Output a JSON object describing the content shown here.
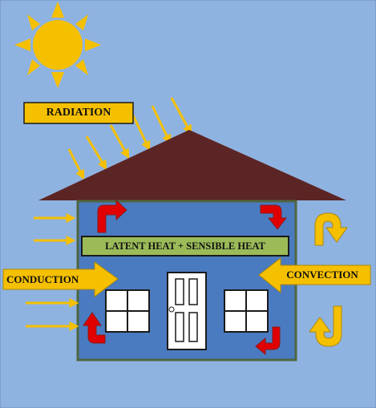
{
  "labels": {
    "radiation": "RADIATION",
    "latent": "LATENT HEAT + SENSIBLE HEAT",
    "conduction": "CONDUCTION",
    "convection": "CONVECTION"
  },
  "colors": {
    "sky": "#8fb3e0",
    "sun": "#f5c000",
    "roof": "#5c2525",
    "wall": "#4a7bc0",
    "wall_border": "#4f6640",
    "label_box": "#f5c000",
    "latent_box": "#9bbb59",
    "arrow_red": "#e00000",
    "arrow_yellow": "#f5c000",
    "door": "#ffffff",
    "window": "#ffffff"
  },
  "icons": [
    "sun-icon",
    "radiation-arrow-icon",
    "convection-arrow-icon",
    "heat-flow-arrow-icon",
    "conduction-arrow-icon"
  ]
}
